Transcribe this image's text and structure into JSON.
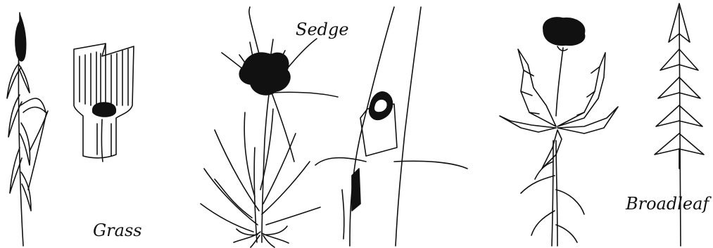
{
  "labels": {
    "grass": "Grass",
    "sedge": "Sedge",
    "broadleaf": "Broadleaf"
  },
  "colors": {
    "ink": "#111111",
    "paper": "#ffffff"
  },
  "icons": [
    "grass-plant-icon",
    "grass-sheath-detail-icon",
    "sedge-plant-icon",
    "sedge-stem-cross-section-icon",
    "dandelion-plant-icon",
    "broadleaf-leaf-icon"
  ]
}
